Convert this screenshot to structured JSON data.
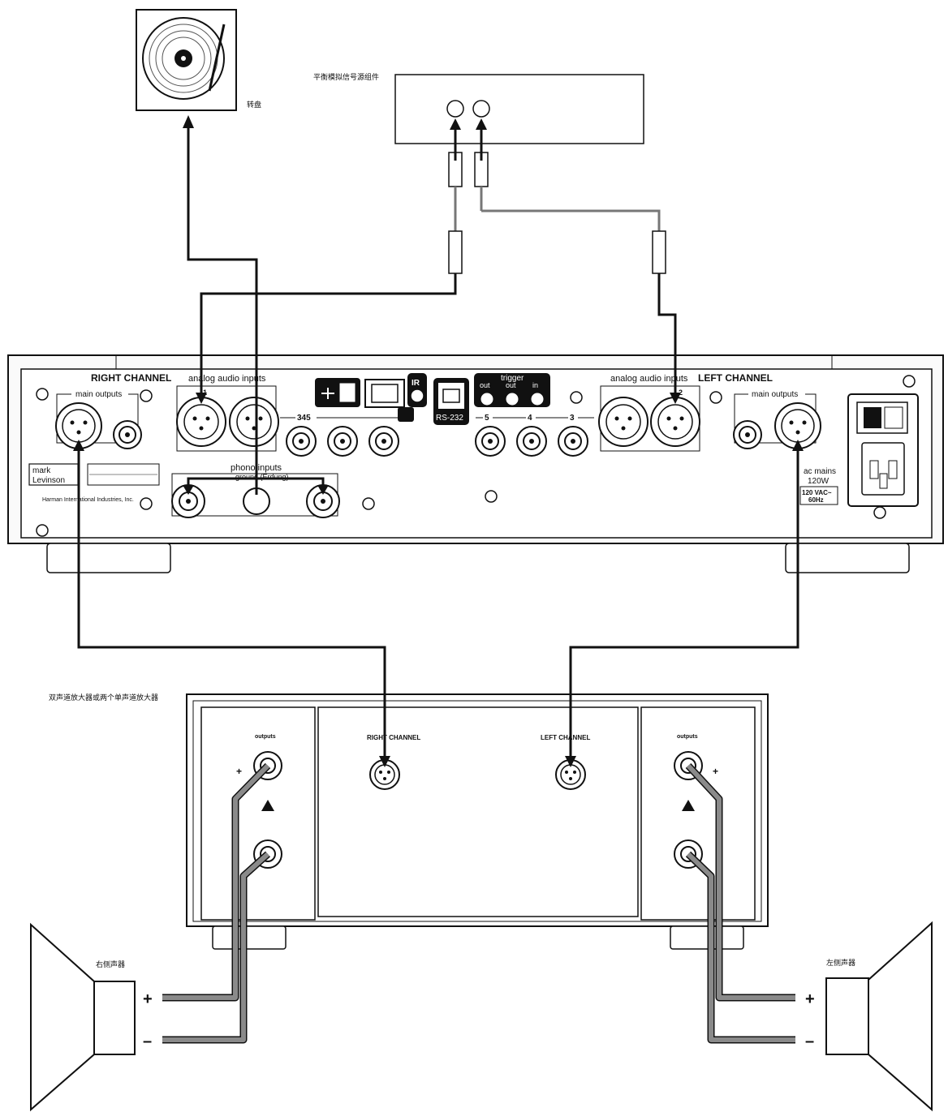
{
  "labels": {
    "turntable": "转盘",
    "balanced_source": "平衡模拟信号源组件",
    "amplifier": "双声道放大器或两个单声道放大器",
    "right_speaker": "右侧声器",
    "left_speaker": "左侧声器",
    "plus": "+",
    "minus": "–"
  },
  "preamp": {
    "right_channel": "RIGHT CHANNEL",
    "left_channel": "LEFT CHANNEL",
    "analog_inputs_r": "analog audio inputs",
    "analog_inputs_l": "analog audio inputs",
    "main_outputs_r": "main outputs",
    "main_outputs_l": "main outputs",
    "phono_inputs": "phono inputs",
    "ground": "ground (Erdung)",
    "ir": "IR",
    "rs232": "RS-232",
    "trigger": "trigger",
    "trigger_out": "out",
    "trigger_out2": "out",
    "trigger_in": "in",
    "input_345": "345",
    "num_5": "5",
    "num_4": "4",
    "num_3": "3",
    "num_1": "1",
    "num_2": "2",
    "ac_mains": "ac mains",
    "ac_watts": "120W",
    "voltage": "120 VAC~",
    "freq": "60Hz",
    "brand_top": "mark",
    "brand_bottom": "Levinson",
    "maker": "Harman International Industries, Inc."
  },
  "amp": {
    "right_channel": "RIGHT CHANNEL",
    "left_channel": "LEFT CHANNEL",
    "outputs_r": "outputs",
    "outputs_l": "outputs",
    "plus_r": "+",
    "plus_l": "+"
  },
  "colors": {
    "line": "#111111",
    "cable_gray": "#8a8a8a",
    "panel": "#f4f4f4"
  }
}
